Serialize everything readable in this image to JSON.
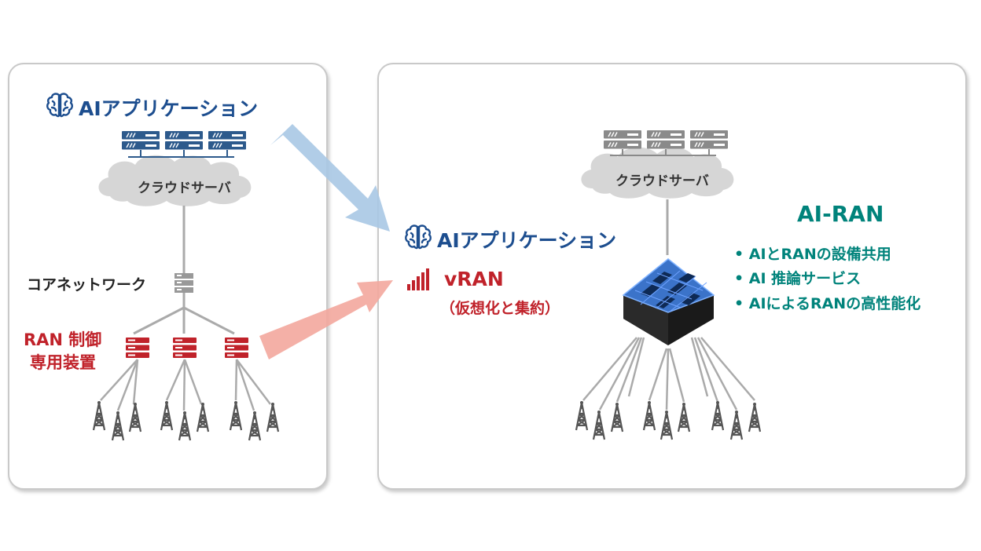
{
  "left_panel": {
    "ai_application": "AIアプリケーション",
    "cloud_server": "クラウドサーバ",
    "core_network": "コアネットワーク",
    "ran_control_line1": "RAN 制御",
    "ran_control_line2": "専用装置"
  },
  "right_panel": {
    "ai_application": "AIアプリケーション",
    "vran_title": "vRAN",
    "vran_subtitle": "（仮想化と集約）",
    "cloud_server": "クラウドサーバ",
    "airan": {
      "title": "AI-RAN",
      "items": [
        "AIとRANの設備共用",
        "AI 推論サービス",
        "AIによるRANの高性能化"
      ]
    }
  },
  "colors": {
    "ai_blue": "#1d4e8f",
    "ran_red": "#c0222a",
    "airan_teal": "#00837b",
    "arrow_blue": "#a9c8e4",
    "arrow_red": "#f3a79d"
  }
}
